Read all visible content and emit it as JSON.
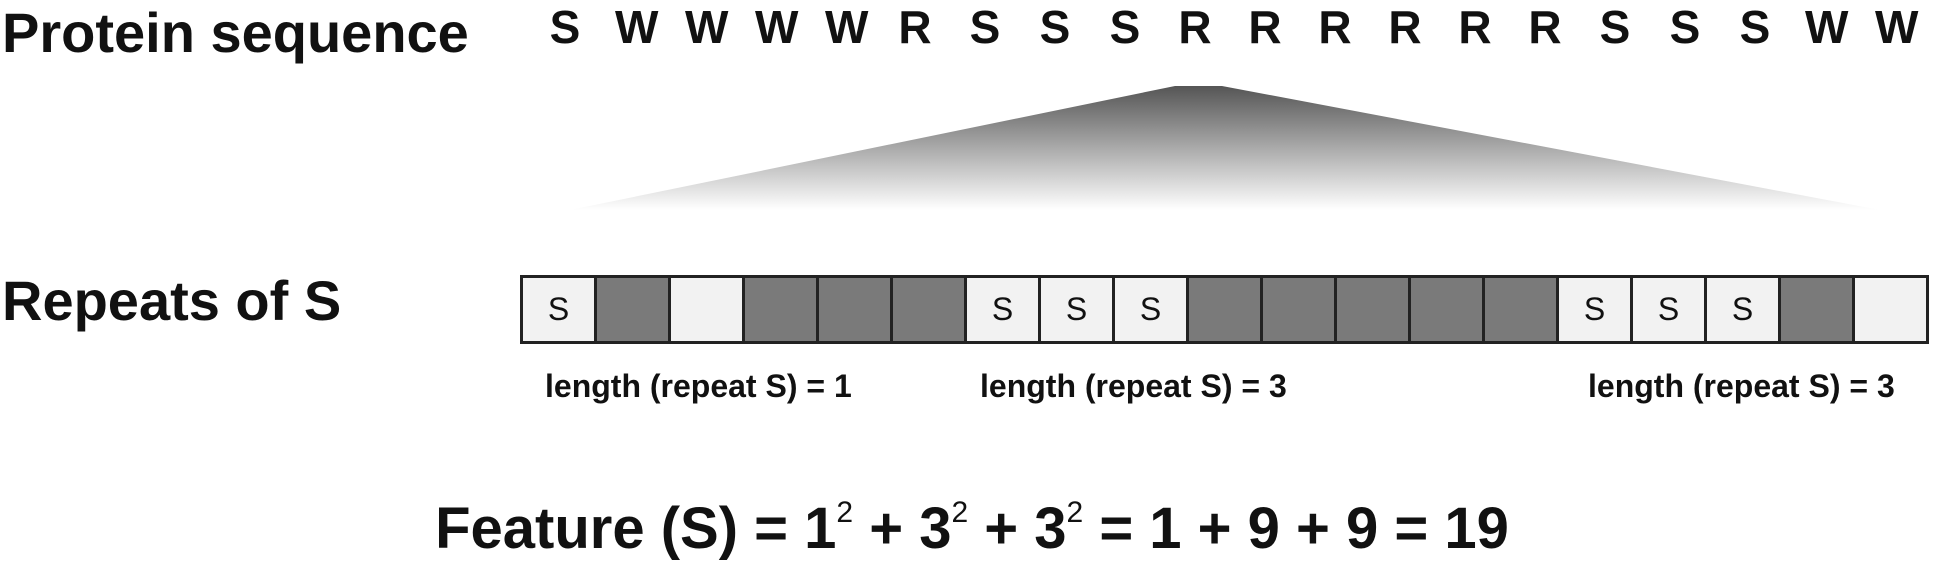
{
  "labels": {
    "protein_sequence": "Protein sequence",
    "repeats": "Repeats of S"
  },
  "sequence": [
    "S",
    "W",
    "W",
    "W",
    "W",
    "R",
    "S",
    "S",
    "S",
    "R",
    "R",
    "R",
    "R",
    "R",
    "R",
    "S",
    "S",
    "S",
    "W",
    "W"
  ],
  "repeat_cells": [
    {
      "kind": "s",
      "text": "S"
    },
    {
      "kind": "filled",
      "text": ""
    },
    {
      "kind": "empty",
      "text": ""
    },
    {
      "kind": "filled",
      "text": ""
    },
    {
      "kind": "filled",
      "text": ""
    },
    {
      "kind": "filled",
      "text": ""
    },
    {
      "kind": "s",
      "text": "S"
    },
    {
      "kind": "s",
      "text": "S"
    },
    {
      "kind": "s",
      "text": "S"
    },
    {
      "kind": "filled",
      "text": ""
    },
    {
      "kind": "filled",
      "text": ""
    },
    {
      "kind": "filled",
      "text": ""
    },
    {
      "kind": "filled",
      "text": ""
    },
    {
      "kind": "filled",
      "text": ""
    },
    {
      "kind": "s",
      "text": "S"
    },
    {
      "kind": "s",
      "text": "S"
    },
    {
      "kind": "s",
      "text": "S"
    },
    {
      "kind": "filled",
      "text": ""
    },
    {
      "kind": "empty",
      "text": ""
    }
  ],
  "run_lengths": [
    "length (repeat S) = 1",
    "length (repeat S) = 3",
    "length (repeat S) = 3"
  ],
  "formula": {
    "lhs": "Feature (S) = 1",
    "exp1": "2",
    "plus1": " + 3",
    "exp2": "2",
    "plus2": " + 3",
    "exp3": "2",
    "rhs": " = 1 + 9 + 9 = 19"
  },
  "colors": {
    "s_cell": "#f2f2f2",
    "other_cell": "#7a7a7a",
    "wedge_dark": "#555555"
  }
}
